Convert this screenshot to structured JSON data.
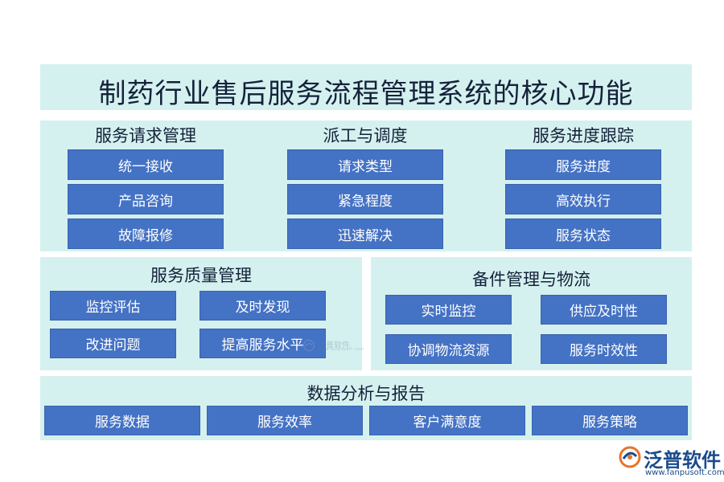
{
  "title": "制药行业售后服务流程管理系统的核心功能",
  "sections": {
    "service_request": {
      "heading": "服务请求管理",
      "items": [
        "统一接收",
        "产品咨询",
        "故障报修"
      ]
    },
    "dispatch": {
      "heading": "派工与调度",
      "items": [
        "请求类型",
        "紧急程度",
        "迅速解决"
      ]
    },
    "progress": {
      "heading": "服务进度跟踪",
      "items": [
        "服务进度",
        "高效执行",
        "服务状态"
      ]
    },
    "quality": {
      "heading": "服务质量管理",
      "items": [
        "监控评估",
        "及时发现",
        "改进问题",
        "提高服务水平"
      ]
    },
    "parts": {
      "heading": "备件管理与物流",
      "items": [
        "实时监控",
        "供应及时性",
        "协调物流资源",
        "服务时效性"
      ]
    },
    "analysis": {
      "heading": "数据分析与报告",
      "items": [
        "服务数据",
        "服务效率",
        "客户满意度",
        "服务策略"
      ]
    }
  },
  "watermark": {
    "text": "泛普软件",
    "sub": "www.fanpusoft.com"
  },
  "logo": {
    "name": "泛普软件",
    "url": "www.fanpusoft.com"
  },
  "colors": {
    "panel": "#d4f1ef",
    "box": "#4472c4",
    "text": "#15213a",
    "brand": "#1a4b8c"
  }
}
